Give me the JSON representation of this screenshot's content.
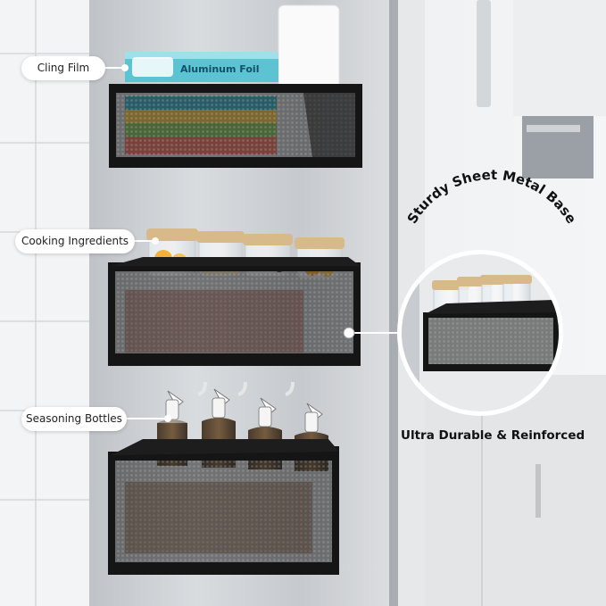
{
  "callouts": {
    "cling_film": "Cling Film",
    "cooking_ingredients": "Cooking Ingredients",
    "seasoning_bottles": "Seasoning Bottles"
  },
  "feature": {
    "arc_title": "Sturdy Sheet Metal Base",
    "caption": "Ultra Durable & Reinforced"
  },
  "product": {
    "box_label": "Aluminum Foil"
  },
  "colors": {
    "frame": "#151515",
    "mesh": "#2a2a2a",
    "accent_teal": "#3fb6c8",
    "wood_lid": "#d8b98a",
    "fridge_steel": "#c9ccd0"
  }
}
